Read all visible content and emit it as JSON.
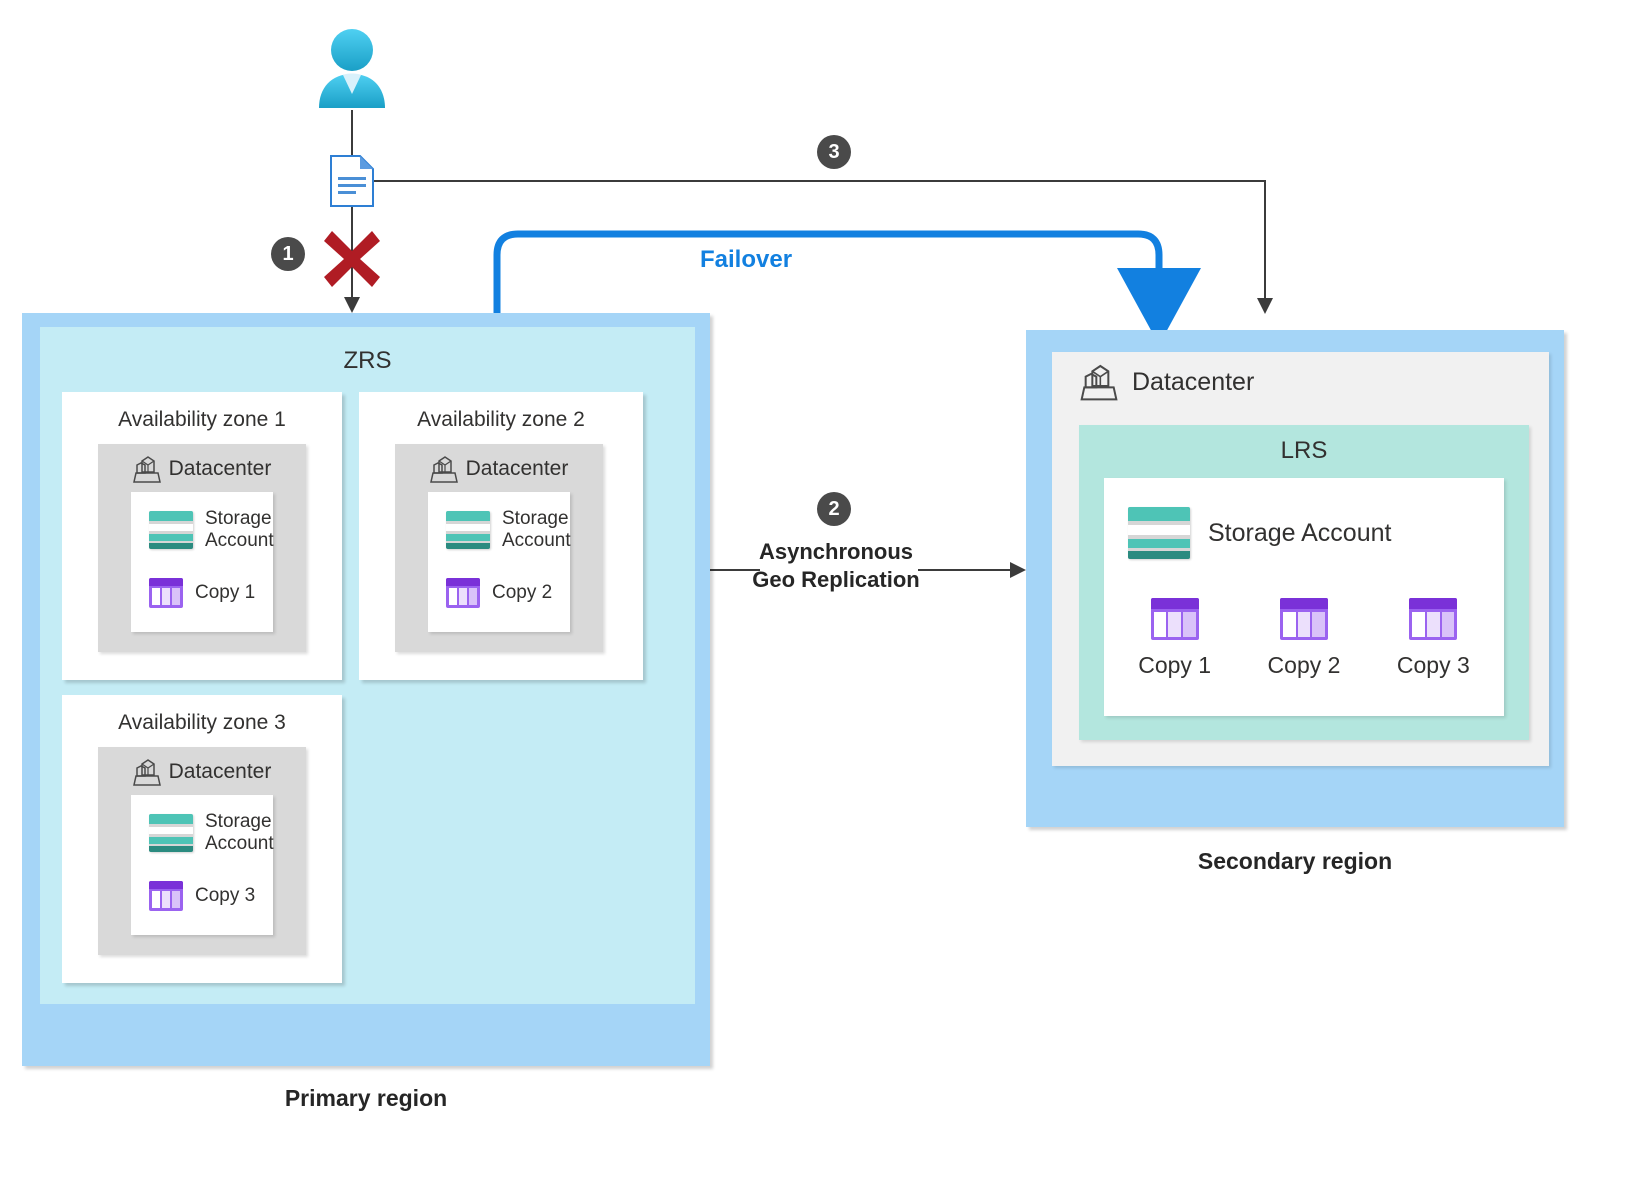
{
  "diagram": {
    "title": "Azure storage redundancy failover ZRS to LRS",
    "colors": {
      "region_fill": "#a5d5f7",
      "zrs_fill": "#c4ecf5",
      "lrs_fill": "#b3e6de",
      "datacenter_fill": "#d9d9d9",
      "secondary_dc_fill": "#f1f1f1",
      "accent_blue": "#1280e0",
      "badge_gray": "#4a4a4a",
      "error_red": "#b01c24",
      "storage_teal": "#4ec4b6",
      "copy_purple": "#9b63f0"
    }
  },
  "steps": [
    {
      "number": "1",
      "meaning": "write-blocked-at-primary"
    },
    {
      "number": "2",
      "meaning": "asynchronous-geo-replication"
    },
    {
      "number": "3",
      "meaning": "client-redirected-to-secondary"
    }
  ],
  "flow_labels": {
    "failover": "Failover",
    "geo_replication_line1": "Asynchronous",
    "geo_replication_line2": "Geo Replication"
  },
  "primary_region": {
    "caption": "Primary region",
    "redundancy": "ZRS",
    "zones": [
      {
        "title": "Availability zone 1",
        "datacenter_label": "Datacenter",
        "storage_label_line1": "Storage",
        "storage_label_line2": "Account",
        "copy_label": "Copy 1"
      },
      {
        "title": "Availability zone 2",
        "datacenter_label": "Datacenter",
        "storage_label_line1": "Storage",
        "storage_label_line2": "Account",
        "copy_label": "Copy 2"
      },
      {
        "title": "Availability zone 3",
        "datacenter_label": "Datacenter",
        "storage_label_line1": "Storage",
        "storage_label_line2": "Account",
        "copy_label": "Copy 3"
      }
    ]
  },
  "secondary_region": {
    "caption": "Secondary region",
    "datacenter_label": "Datacenter",
    "redundancy": "LRS",
    "storage_label": "Storage Account",
    "copies": [
      {
        "label": "Copy 1"
      },
      {
        "label": "Copy 2"
      },
      {
        "label": "Copy 3"
      }
    ]
  },
  "icons": {
    "user": "user-icon",
    "document": "document-icon",
    "blocked": "red-x-icon",
    "datacenter": "datacenter-icon",
    "storage_account": "storage-account-icon",
    "copy": "copy-icon"
  }
}
